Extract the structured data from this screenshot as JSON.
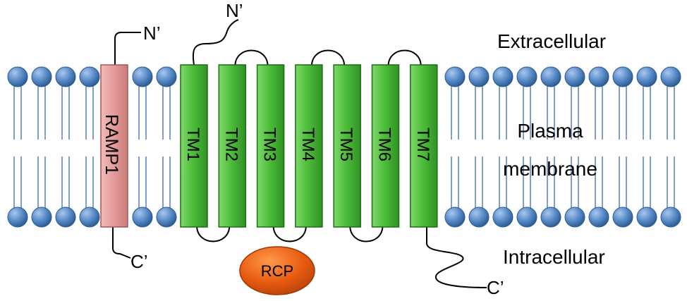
{
  "regions": {
    "extracellular": "Extracellular",
    "membrane_line1": "Plasma",
    "membrane_line2": "membrane",
    "intracellular": "Intracellular"
  },
  "ramp": {
    "label": "RAMP1",
    "n_term": "N’",
    "c_term": "C’"
  },
  "receptor": {
    "n_term": "N’",
    "c_term": "C’",
    "helices": [
      "TM1",
      "TM2",
      "TM3",
      "TM4",
      "TM5",
      "TM6",
      "TM7"
    ]
  },
  "rcp": {
    "label": "RCP"
  },
  "colors": {
    "helix_fill": "#4dbd3a",
    "helix_stroke": "#1d6e14",
    "ramp_fill": "#e39a98",
    "ramp_stroke": "#a35856",
    "head_fill": "#5b8dc9",
    "head_stroke": "#2b5b8f",
    "tail": "#4a78b5",
    "rcp_fill": "#e85a10",
    "rcp_stroke": "#9c3806"
  }
}
